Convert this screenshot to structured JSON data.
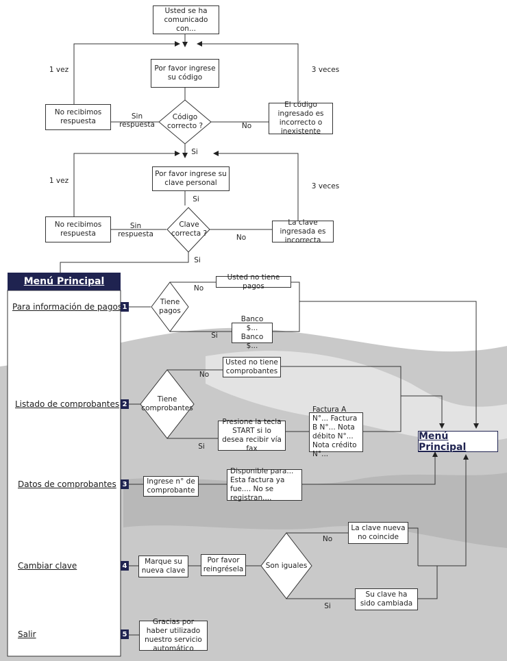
{
  "colors": {
    "navy": "#1f2350",
    "line": "#333333",
    "gray_bg": "#c8c8c8"
  },
  "top": {
    "start": "Usted se ha comunicado con...",
    "enter_code": "Por favor ingrese su código",
    "code_diamond": "Código correcto ?",
    "no_response_1": "No recibimos respuesta",
    "code_wrong": "El código ingresado es incorrecto o inexistente",
    "once_1": "1 vez",
    "thrice_1": "3 veces",
    "sin_respuesta_1": "Sin respuesta",
    "no_1": "No",
    "si_1": "Si",
    "enter_key": "Por favor ingrese su clave personal",
    "si_2": "Si",
    "key_diamond": "Clave correcta ?",
    "no_response_2": "No recibimos respuesta",
    "key_wrong": "La clave ingresada es incorrecta",
    "once_2": "1 vez",
    "thrice_2": "3 veces",
    "sin_respuesta_2": "Sin respuesta",
    "no_2": "No",
    "si_3": "Si"
  },
  "menu": {
    "title": "Menú Principal",
    "items": [
      {
        "num": "1",
        "label": "Para información de pagos"
      },
      {
        "num": "2",
        "label": "Listado de comprobantes"
      },
      {
        "num": "3",
        "label": "Datos de comprobantes"
      },
      {
        "num": "4",
        "label": "Cambiar clave"
      },
      {
        "num": "5",
        "label": "Salir"
      }
    ]
  },
  "pagos": {
    "diamond": "Tiene pagos",
    "no_label": "No",
    "si_label": "Si",
    "no_box": "Usted no tiene pagos",
    "si_box": "Banco $... Banco $..."
  },
  "listado": {
    "diamond": "Tiene comprobantes",
    "no_label": "No",
    "si_label": "Si",
    "no_box": "Usted no tiene comprobantes",
    "press_box": "Presione la tecla START si lo desea recibir vía fax",
    "list_box": "Factura A N°... Factura B N°... Nota débito N°... Nota crédito N°..."
  },
  "datos": {
    "ingrese": "Ingrese n° de comprobante",
    "result": "Disponible para... Esta factura ya fue.... No se registran...."
  },
  "cambiar": {
    "marque": "Marque su nueva clave",
    "reingrese": "Por favor reingrésela",
    "diamond": "Son iguales",
    "no_label": "No",
    "si_label": "Si",
    "mismatch": "La clave nueva no coincide",
    "changed": "Su clave ha sido cambiada"
  },
  "salir": {
    "message": "Gracias por haber utilizado nuestro servicio automático"
  },
  "menu_right": "Menú Principal"
}
